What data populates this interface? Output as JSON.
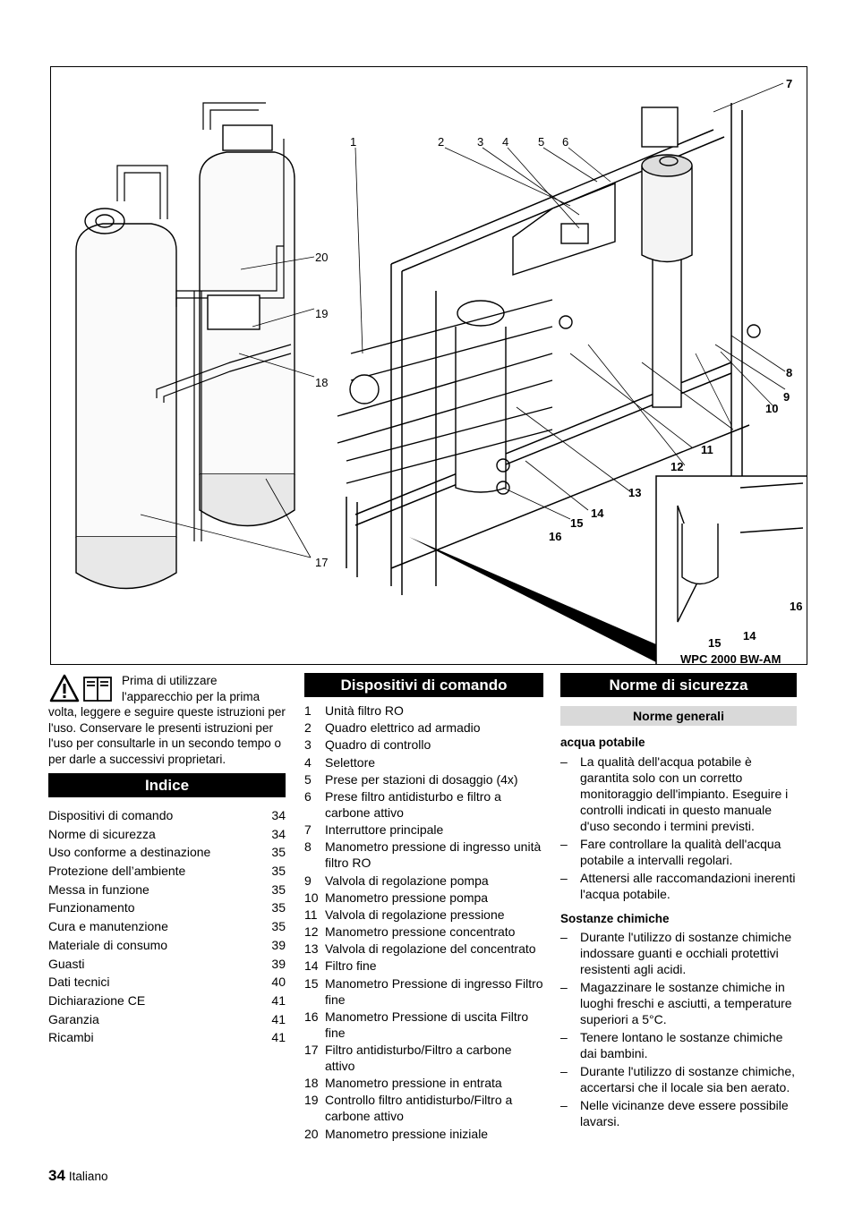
{
  "figure": {
    "labels": [
      "1",
      "2",
      "3",
      "4",
      "5",
      "6",
      "7",
      "8",
      "9",
      "10",
      "11",
      "12",
      "13",
      "14",
      "15",
      "16",
      "17",
      "18",
      "19",
      "20"
    ],
    "inset": {
      "labels": [
        "16",
        "14",
        "15"
      ],
      "model": "WPC 2000 BW-AM"
    }
  },
  "intro": {
    "text": "Prima di utilizzare l'apparecchio per la prima volta, leggere e seguire queste istruzioni per l'uso. Conservare le presenti istruzioni per l'uso per consultarle in un secondo tempo o per darle a successivi proprietari.",
    "icons": [
      "warning-icon",
      "manual-book-icon"
    ]
  },
  "index": {
    "title": "Indice",
    "items": [
      {
        "label": "Dispositivi di comando",
        "page": "34"
      },
      {
        "label": "Norme di sicurezza",
        "page": "34"
      },
      {
        "label": "Uso conforme a destinazione",
        "page": "35"
      },
      {
        "label": "Protezione dell’ambiente",
        "page": "35"
      },
      {
        "label": "Messa in funzione",
        "page": "35"
      },
      {
        "label": "Funzionamento",
        "page": "35"
      },
      {
        "label": "Cura e manutenzione",
        "page": "35"
      },
      {
        "label": "Materiale di consumo",
        "page": "39"
      },
      {
        "label": "Guasti",
        "page": "39"
      },
      {
        "label": "Dati tecnici",
        "page": "40"
      },
      {
        "label": "Dichiarazione CE",
        "page": "41"
      },
      {
        "label": "Garanzia",
        "page": "41"
      },
      {
        "label": "Ricambi",
        "page": "41"
      }
    ]
  },
  "controls": {
    "title": "Dispositivi di comando",
    "items": [
      {
        "n": "1",
        "text": "Unità filtro RO"
      },
      {
        "n": "2",
        "text": "Quadro elettrico ad armadio"
      },
      {
        "n": "3",
        "text": "Quadro di controllo"
      },
      {
        "n": "4",
        "text": "Selettore"
      },
      {
        "n": "5",
        "text": "Prese per stazioni di dosaggio (4x)"
      },
      {
        "n": "6",
        "text": "Prese filtro antidisturbo e filtro a carbone attivo"
      },
      {
        "n": "7",
        "text": "Interruttore principale"
      },
      {
        "n": "8",
        "text": "Manometro pressione di ingresso unità filtro RO"
      },
      {
        "n": "9",
        "text": "Valvola di regolazione pompa"
      },
      {
        "n": "10",
        "text": "Manometro pressione pompa"
      },
      {
        "n": "11",
        "text": "Valvola di regolazione pressione"
      },
      {
        "n": "12",
        "text": "Manometro pressione concentrato"
      },
      {
        "n": "13",
        "text": "Valvola di regolazione del concentrato"
      },
      {
        "n": "14",
        "text": "Filtro fine"
      },
      {
        "n": "15",
        "text": "Manometro Pressione di ingresso Filtro fine"
      },
      {
        "n": "16",
        "text": "Manometro Pressione di uscita Filtro fine"
      },
      {
        "n": "17",
        "text": "Filtro antidisturbo/Filtro a carbone attivo"
      },
      {
        "n": "18",
        "text": "Manometro pressione in entrata"
      },
      {
        "n": "19",
        "text": "Controllo filtro antidisturbo/Filtro a carbone attivo"
      },
      {
        "n": "20",
        "text": "Manometro pressione iniziale"
      }
    ]
  },
  "safety": {
    "title": "Norme di sicurezza",
    "subtitle": "Norme generali",
    "sections": [
      {
        "heading": "acqua potabile",
        "bullets": [
          "La qualità dell'acqua potabile è garantita solo con un corretto monitoraggio dell'impianto. Eseguire i controlli indicati in questo manuale d'uso secondo i termini previsti.",
          "Fare controllare la qualità dell'acqua potabile a intervalli regolari.",
          "Attenersi alle raccomandazioni inerenti l'acqua potabile."
        ]
      },
      {
        "heading": "Sostanze chimiche",
        "bullets": [
          "Durante l'utilizzo di sostanze chimiche indossare guanti e occhiali protettivi resistenti agli acidi.",
          "Magazzinare le sostanze chimiche in luoghi freschi e asciutti, a temperature superiori a 5°C.",
          "Tenere lontano le sostanze chimiche dai bambini.",
          "Durante l'utilizzo di sostanze chimiche, accertarsi che il locale sia ben aerato.",
          "Nelle vicinanze deve essere possibile lavarsi."
        ]
      }
    ],
    "dash": "–"
  },
  "footer": {
    "page": "34",
    "language": "Italiano"
  }
}
